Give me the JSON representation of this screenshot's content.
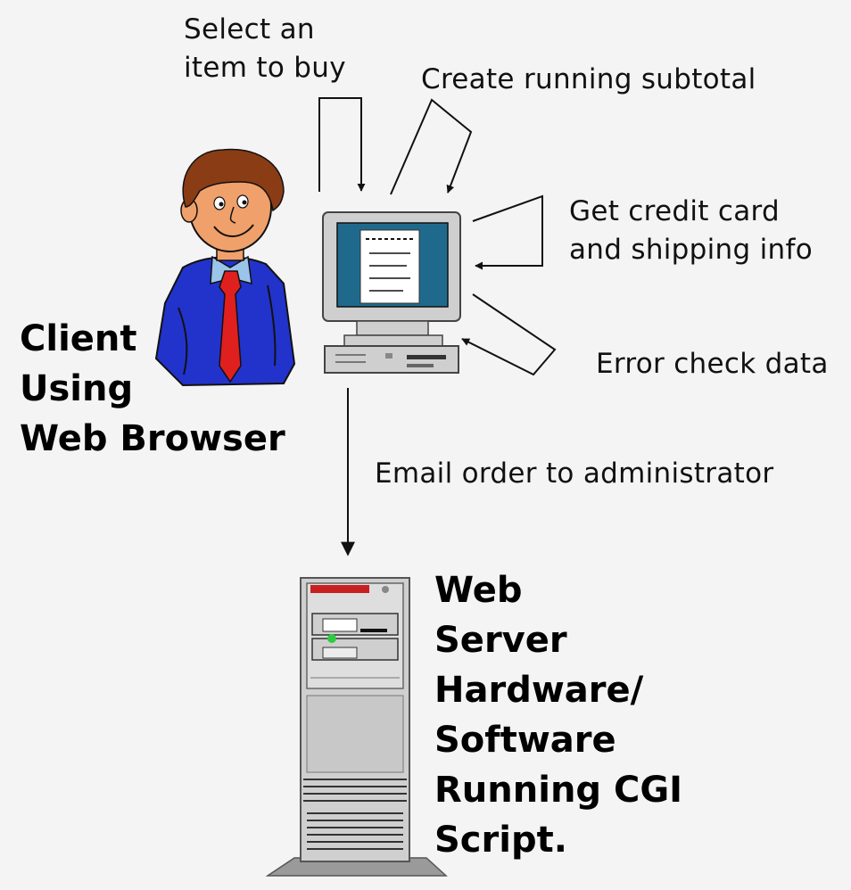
{
  "labels": {
    "select_item": "Select an\nitem to buy",
    "subtotal": "Create running subtotal",
    "credit_card": "Get credit card\nand shipping info",
    "error_check": "Error check data",
    "email_order": "Email order to administrator"
  },
  "nodes": {
    "client": "Client\nUsing\nWeb Browser",
    "server": "Web\nServer\nHardware/\nSoftware\nRunning CGI\nScript."
  },
  "colors": {
    "suit": "#2233cc",
    "tie": "#e0201e",
    "shirt": "#9bc4ea",
    "skin": "#f0a06a",
    "hair": "#8a3c14",
    "screen": "#1f6a8c",
    "case": "#cfcfcf",
    "server_accent": "#c82020",
    "status_light": "#2ecc40"
  }
}
